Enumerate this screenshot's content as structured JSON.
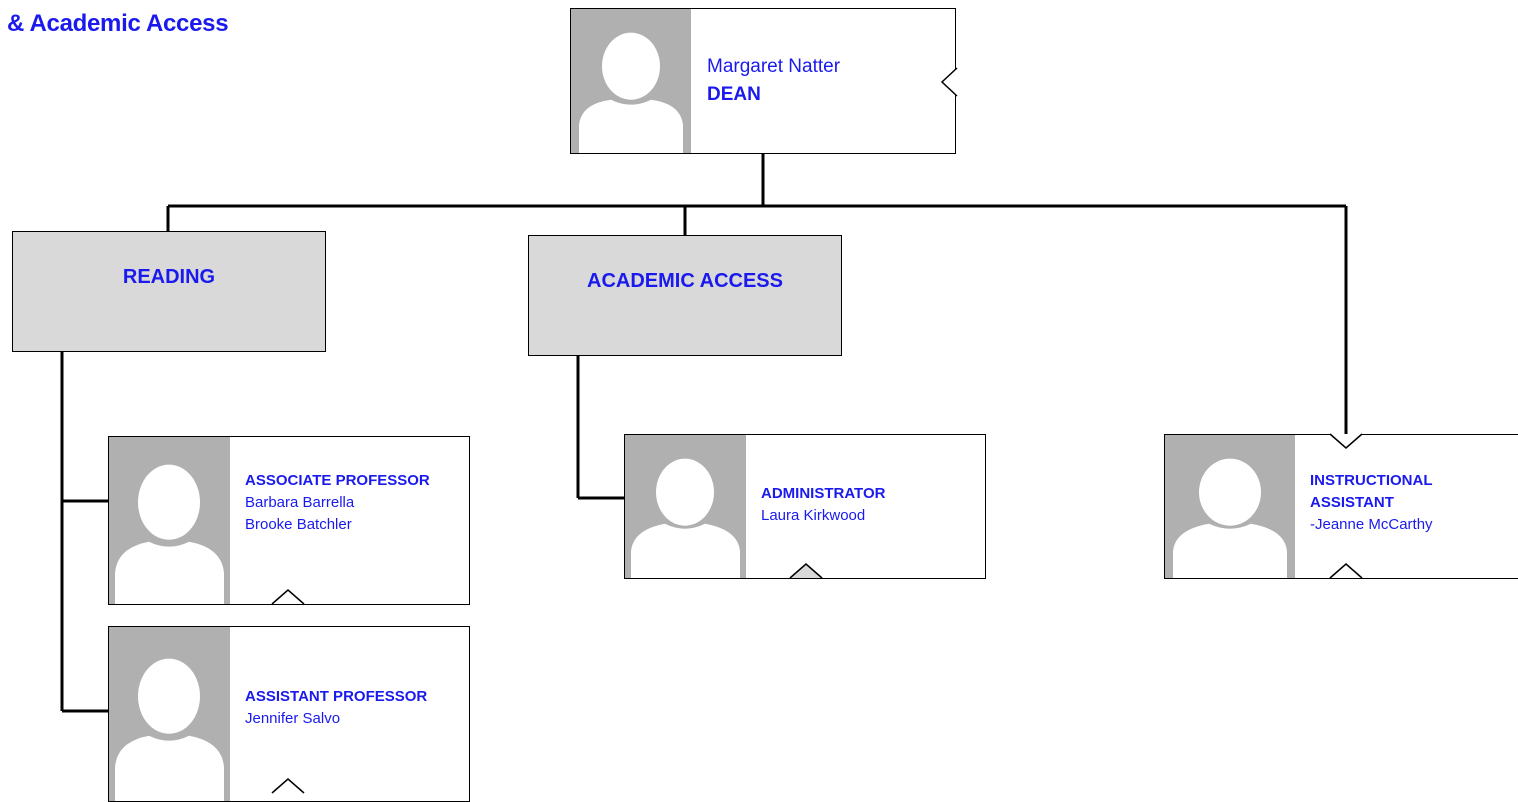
{
  "page_title": "& Academic Access",
  "colors": {
    "text": "#1a1aee",
    "dept_fill": "#d9d9d9",
    "photo_bg": "#b0b0b0"
  },
  "dean": {
    "name": "Margaret Natter",
    "role": "DEAN"
  },
  "departments": [
    {
      "label": "READING"
    },
    {
      "label": "ACADEMIC ACCESS"
    }
  ],
  "positions": {
    "associate": {
      "role": "ASSOCIATE PROFESSOR",
      "names": [
        "Barbara Barrella",
        "Brooke Batchler"
      ]
    },
    "assistant": {
      "role": "ASSISTANT PROFESSOR",
      "names": [
        "Jennifer Salvo"
      ]
    },
    "administrator": {
      "role": "ADMINISTRATOR",
      "names": [
        "Laura Kirkwood"
      ]
    },
    "instructional": {
      "role_lines": [
        "INSTRUCTIONAL",
        "ASSISTANT"
      ],
      "names": [
        "-Jeanne McCarthy"
      ]
    }
  }
}
